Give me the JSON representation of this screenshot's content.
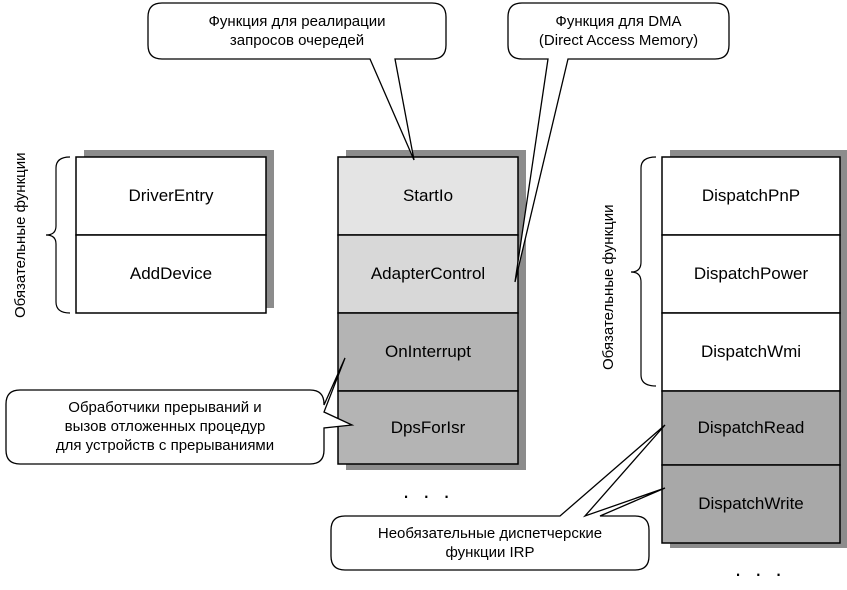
{
  "colors": {
    "box_white": "#ffffff",
    "box_light": "#e4e4e4",
    "box_mid": "#c8c8c8",
    "box_dark": "#a8a8a8",
    "shadow": "#8c8c8c",
    "stroke": "#000000"
  },
  "left_group": {
    "label": "Обязательные функции",
    "boxes": [
      "DriverEntry",
      "AddDevice"
    ]
  },
  "middle_group": {
    "boxes": [
      "StartIo",
      "AdapterControl",
      "OnInterrupt",
      "DpsForIsr"
    ],
    "ellipsis": ". . ."
  },
  "right_group": {
    "label": "Обязательные функции",
    "boxes": [
      "DispatchPnP",
      "DispatchPower",
      "DispatchWmi",
      "DispatchRead",
      "DispatchWrite"
    ],
    "ellipsis": ". . ."
  },
  "callouts": {
    "start_io": "Функция для реалирации\nзапросов очередей",
    "dma": "Функция для DMA\n(Direct Access Memory)",
    "interrupts": "Обработчики прерываний и\nвызов отложенных процедур\nдля устройств с прерываниями",
    "irp": "Необязательные диспетчерские\nфункции IRP"
  }
}
